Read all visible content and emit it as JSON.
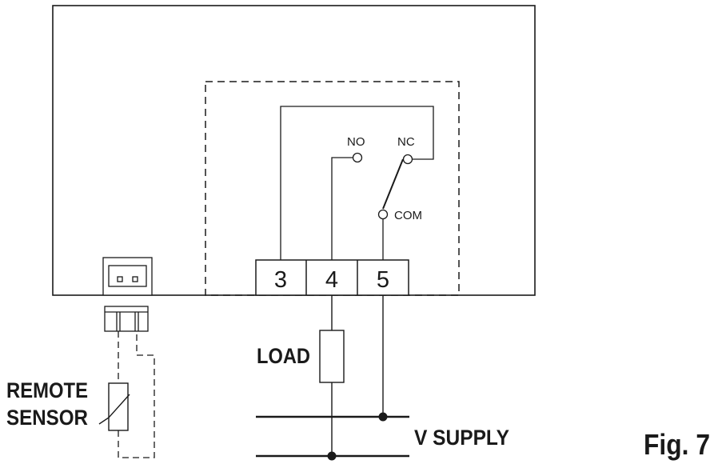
{
  "terminals": [
    {
      "label": "3"
    },
    {
      "label": "4"
    },
    {
      "label": "5"
    }
  ],
  "relay": {
    "no_label": "NO",
    "nc_label": "NC",
    "com_label": "COM"
  },
  "load_label": "LOAD",
  "supply_label": "V SUPPLY",
  "sensor_label_line1": "REMOTE",
  "sensor_label_line2": "SENSOR",
  "figure_label": "Fig. 7"
}
